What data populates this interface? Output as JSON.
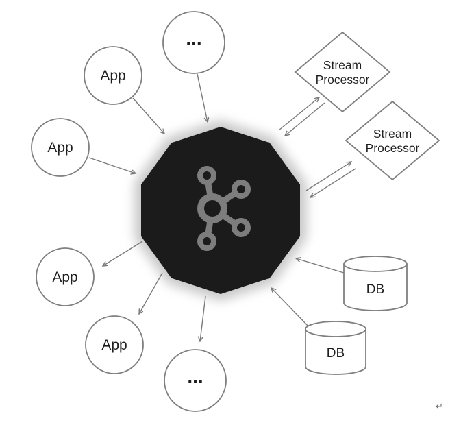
{
  "colors": {
    "background": "#ffffff",
    "kafka_fill": "#1b1b1b",
    "kafka_logo": "#7d7d7d",
    "node_stroke": "#7f7f7f",
    "arrow": "#7a7a7a",
    "text": "#1f1f1f"
  },
  "nodes": {
    "app_top_outer": {
      "label": "App"
    },
    "app_top_inner": {
      "label": "App"
    },
    "more_top": {
      "label": "..."
    },
    "stream_processor_1": {
      "line1": "Stream",
      "line2": "Processor"
    },
    "stream_processor_2": {
      "line1": "Stream",
      "line2": "Processor"
    },
    "app_bottom_outer": {
      "label": "App"
    },
    "app_bottom_inner": {
      "label": "App"
    },
    "more_bottom": {
      "label": "..."
    },
    "db_right": {
      "label": "DB"
    },
    "db_bottom": {
      "label": "DB"
    }
  },
  "footer": {
    "glyph": "↵"
  }
}
